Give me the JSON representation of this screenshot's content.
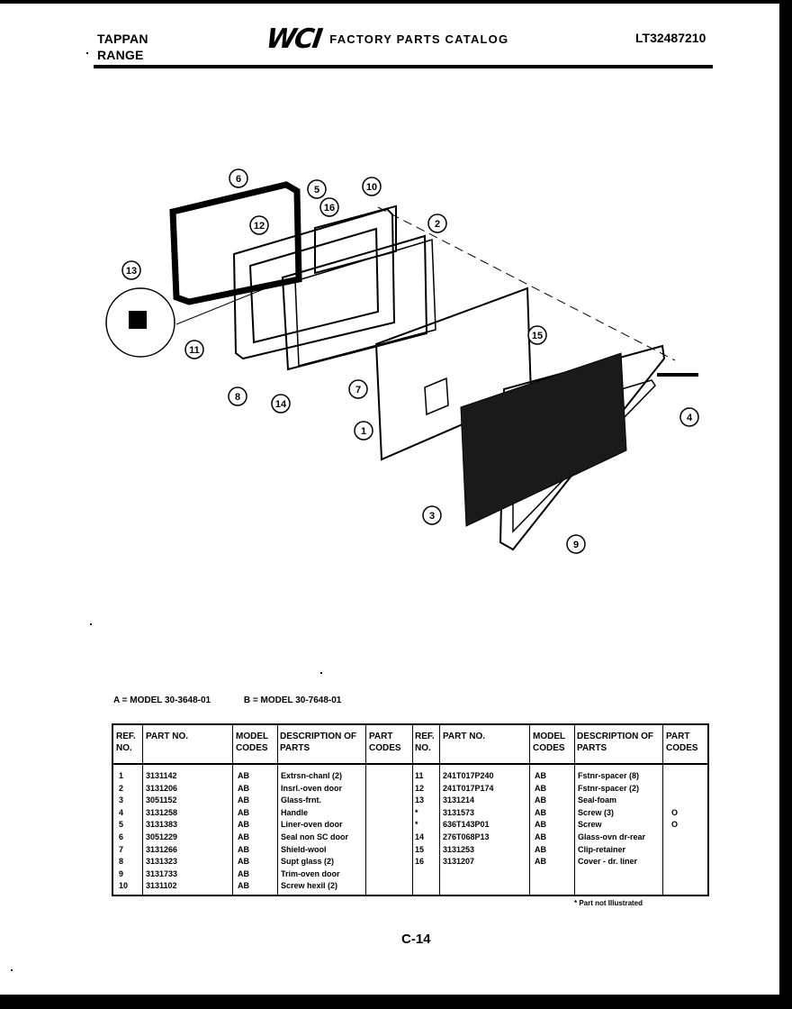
{
  "header": {
    "brand_line1": "TAPPAN",
    "brand_line2": "RANGE",
    "logo": "WCI",
    "catalog_title": "FACTORY PARTS CATALOG",
    "catalog_number": "LT32487210"
  },
  "diagram": {
    "callouts": [
      "6",
      "5",
      "16",
      "10",
      "12",
      "2",
      "13",
      "11",
      "8",
      "14",
      "15",
      "7",
      "1",
      "4",
      "3",
      "9"
    ]
  },
  "models": {
    "a": "A = MODEL 30-3648-01",
    "b": "B = MODEL 30-7648-01"
  },
  "table": {
    "headers": {
      "ref": "REF. NO.",
      "part": "PART NO.",
      "codes": "MODEL CODES",
      "desc": "DESCRIPTION OF PARTS",
      "pcodes": "PART CODES"
    },
    "left_rows": [
      {
        "ref": "1",
        "part": "3131142",
        "codes": "AB",
        "desc": "Extrsn-chanl (2)",
        "pcode": ""
      },
      {
        "ref": "2",
        "part": "3131206",
        "codes": "AB",
        "desc": "Insrl.-oven door",
        "pcode": ""
      },
      {
        "ref": "3",
        "part": "3051152",
        "codes": "AB",
        "desc": "Glass-frnt.",
        "pcode": ""
      },
      {
        "ref": "4",
        "part": "3131258",
        "codes": "AB",
        "desc": "Handle",
        "pcode": ""
      },
      {
        "ref": "5",
        "part": "3131383",
        "codes": "AB",
        "desc": "Liner-oven door",
        "pcode": ""
      },
      {
        "ref": "6",
        "part": "3051229",
        "codes": "AB",
        "desc": "Seal non SC door",
        "pcode": ""
      },
      {
        "ref": "7",
        "part": "3131266",
        "codes": "AB",
        "desc": "Shield-wool",
        "pcode": ""
      },
      {
        "ref": "8",
        "part": "3131323",
        "codes": "AB",
        "desc": "Supt glass (2)",
        "pcode": ""
      },
      {
        "ref": "9",
        "part": "3131733",
        "codes": "AB",
        "desc": "Trim-oven door",
        "pcode": ""
      },
      {
        "ref": "10",
        "part": "3131102",
        "codes": "AB",
        "desc": "Screw hexil (2)",
        "pcode": ""
      }
    ],
    "right_rows": [
      {
        "ref": "11",
        "part": "241T017P240",
        "codes": "AB",
        "desc": "Fstnr-spacer (8)",
        "pcode": ""
      },
      {
        "ref": "12",
        "part": "241T017P174",
        "codes": "AB",
        "desc": "Fstnr-spacer (2)",
        "pcode": ""
      },
      {
        "ref": "13",
        "part": "3131214",
        "codes": "AB",
        "desc": "Seal-foam",
        "pcode": ""
      },
      {
        "ref": "*",
        "part": "3131573",
        "codes": "AB",
        "desc": "Screw (3)",
        "pcode": "O"
      },
      {
        "ref": "*",
        "part": "636T143P01",
        "codes": "AB",
        "desc": "Screw",
        "pcode": "O"
      },
      {
        "ref": "14",
        "part": "276T068P13",
        "codes": "AB",
        "desc": "Glass-ovn dr-rear",
        "pcode": ""
      },
      {
        "ref": "15",
        "part": "3131253",
        "codes": "AB",
        "desc": "Clip-retainer",
        "pcode": ""
      },
      {
        "ref": "16",
        "part": "3131207",
        "codes": "AB",
        "desc": "Cover - dr. liner",
        "pcode": ""
      }
    ]
  },
  "footnote": "* Part not Illustrated",
  "page_number": "C-14"
}
